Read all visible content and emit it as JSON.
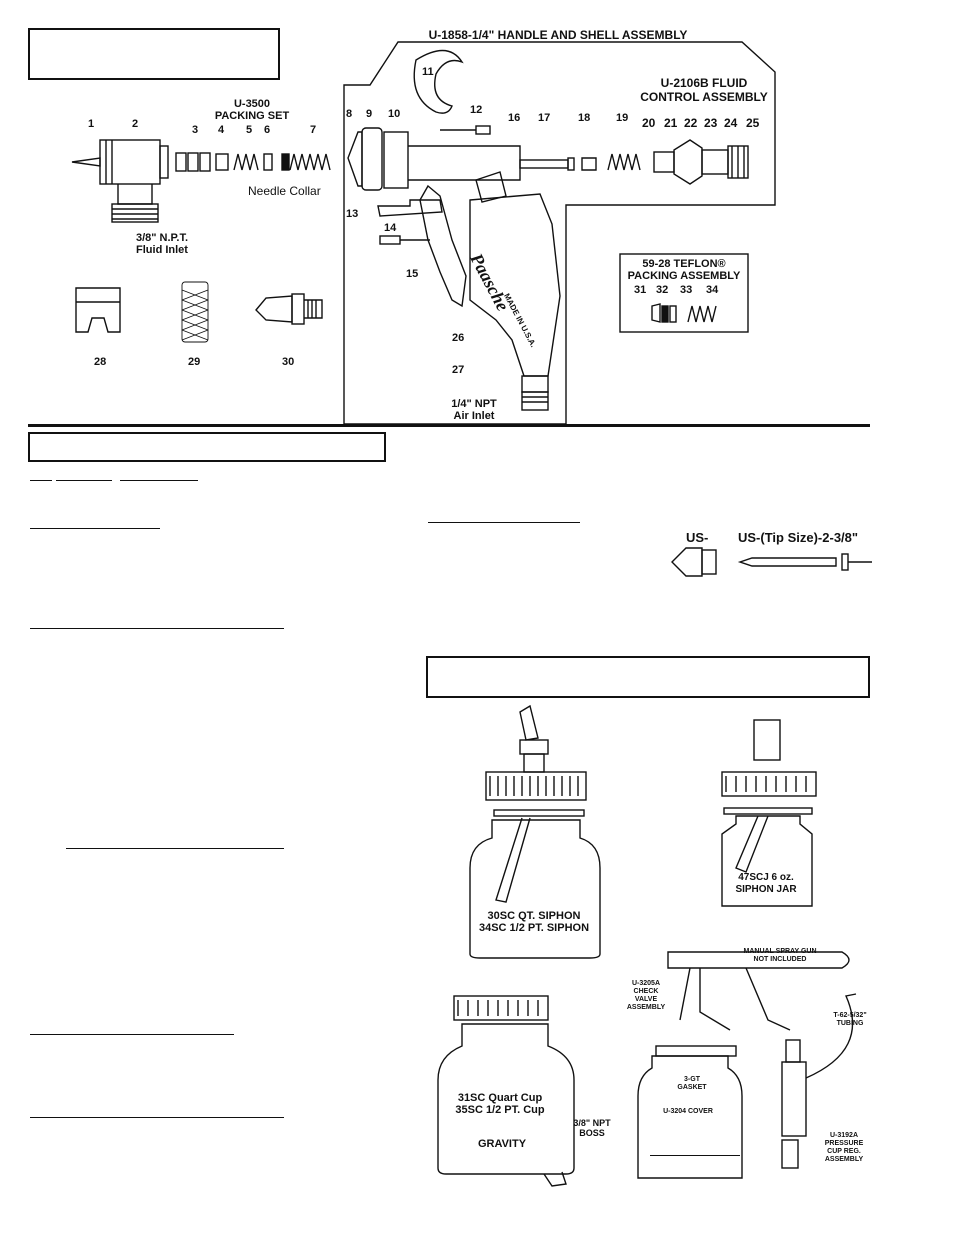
{
  "header": {
    "assembly_title": "U-1858-1/4\" HANDLE AND SHELL ASSEMBLY",
    "packing_set": [
      "U-3500",
      "PACKING SET"
    ],
    "fluid_control": [
      "U-2106B FLUID",
      "CONTROL ASSEMBLY"
    ],
    "needle_collar": "Needle Collar",
    "fluid_inlet": [
      "3/8\" N.P.T.",
      "Fluid Inlet"
    ],
    "air_inlet": [
      "1/4\" NPT",
      "Air Inlet"
    ],
    "brand": "Paasche",
    "made_in": "MADE IN U.S.A.",
    "teflon": [
      "59-28 TEFLON®",
      "PACKING ASSEMBLY"
    ]
  },
  "part_numbers": {
    "left": [
      "1",
      "2",
      "3",
      "4",
      "5",
      "6",
      "7"
    ],
    "nozzles": [
      "28",
      "29",
      "30"
    ],
    "shell": [
      "8",
      "9",
      "10",
      "11",
      "12",
      "13",
      "14",
      "15",
      "16",
      "17",
      "18",
      "19",
      "26",
      "27"
    ],
    "fluid_ctrl": [
      "20",
      "21",
      "22",
      "23",
      "24",
      "25"
    ],
    "teflon": [
      "31",
      "32",
      "33",
      "34"
    ]
  },
  "tips": {
    "us": "US-",
    "us_tip": "US-(Tip Size)-2-3/8\""
  },
  "cups": {
    "siphon_qt": [
      "30SC QT. SIPHON",
      "34SC 1/2 PT. SIPHON"
    ],
    "siphon_jar": [
      "47SCJ  6 oz.",
      "SIPHON JAR"
    ],
    "gravity": [
      "31SC  Quart Cup",
      "35SC  1/2 PT. Cup"
    ],
    "gravity_word": "GRAVITY",
    "boss": [
      "3/8\" NPT",
      "BOSS"
    ],
    "pressure": {
      "manual": [
        "MANUAL SPRAY GUN",
        "NOT INCLUDED"
      ],
      "check_valve": [
        "U-3205A",
        "CHECK",
        "VALVE",
        "ASSEMBLY"
      ],
      "tubing": [
        "T-62-5/32\"",
        "TUBING"
      ],
      "gasket": [
        "3-GT",
        "GASKET"
      ],
      "cover": "U-3204 COVER",
      "regulator": [
        "U-3192A",
        "PRESSURE",
        "CUP REG.",
        "ASSEMBLY"
      ]
    }
  }
}
